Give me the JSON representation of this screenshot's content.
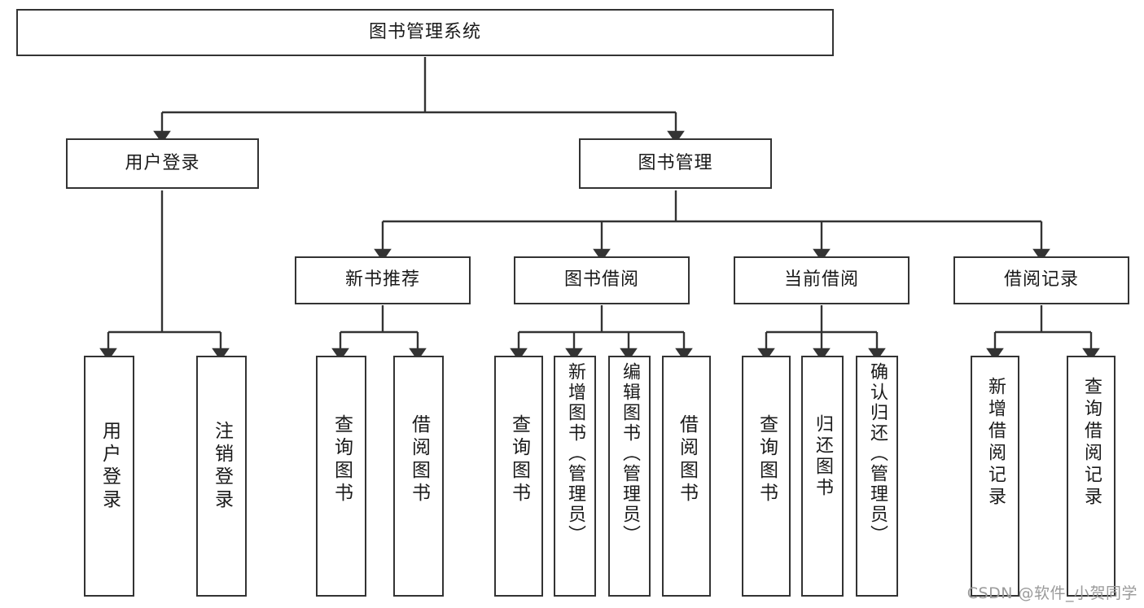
{
  "diagram": {
    "title": "图书管理系统",
    "type": "tree-hierarchy",
    "watermark": "CSDN @软件_小贺同学",
    "colors": {
      "box_border": "#333333",
      "box_fill": "#ffffff",
      "connector": "#333333",
      "text": "#1a1a1a",
      "watermark": "#9a9a9a",
      "background": "#ffffff"
    },
    "nodes": {
      "root": {
        "label": "图书管理系统"
      },
      "level2": [
        {
          "label": "用户登录"
        },
        {
          "label": "图书管理"
        }
      ],
      "level3": [
        {
          "label": "新书推荐"
        },
        {
          "label": "图书借阅"
        },
        {
          "label": "当前借阅"
        },
        {
          "label": "借阅记录"
        }
      ],
      "leaves": {
        "user_login": [
          {
            "label": "用户登录"
          },
          {
            "label": "注销登录"
          }
        ],
        "new_book_recommend": [
          {
            "label": "查询图书"
          },
          {
            "label": "借阅图书"
          }
        ],
        "book_borrow": [
          {
            "label": "查询图书"
          },
          {
            "label": "新增图书（管理员）"
          },
          {
            "label": "编辑图书（管理员）"
          },
          {
            "label": "借阅图书"
          }
        ],
        "current_borrow": [
          {
            "label": "查询图书"
          },
          {
            "label": "归还图书"
          },
          {
            "label": "确认归还（管理员）"
          }
        ],
        "borrow_record": [
          {
            "label": "新增借阅记录"
          },
          {
            "label": "查询借阅记录"
          }
        ]
      }
    }
  }
}
